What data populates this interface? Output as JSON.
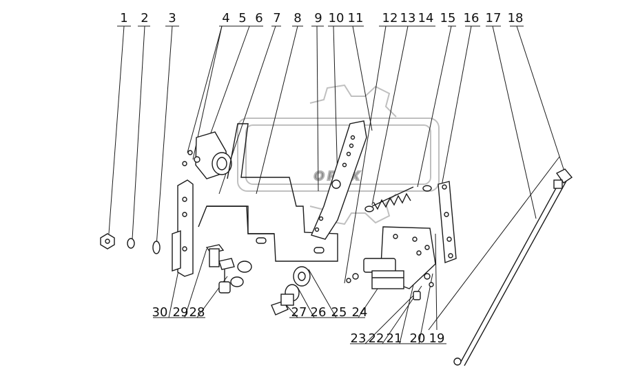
{
  "watermark": {
    "brand": "OPEX",
    "color": "#9a9a9a"
  },
  "callouts": {
    "top": [
      "1",
      "2",
      "3",
      "4",
      "5",
      "6",
      "7",
      "8",
      "9",
      "10",
      "11",
      "12",
      "13",
      "14",
      "15",
      "16",
      "17",
      "18"
    ],
    "bottom_left": [
      "30",
      "29",
      "28"
    ],
    "bottom_mid": [
      "27",
      "26",
      "25",
      "24"
    ],
    "bottom_right": [
      "23",
      "22",
      "21",
      "20",
      "19"
    ]
  },
  "colors": {
    "line": "#1a1a1a",
    "paper": "#ffffff"
  }
}
